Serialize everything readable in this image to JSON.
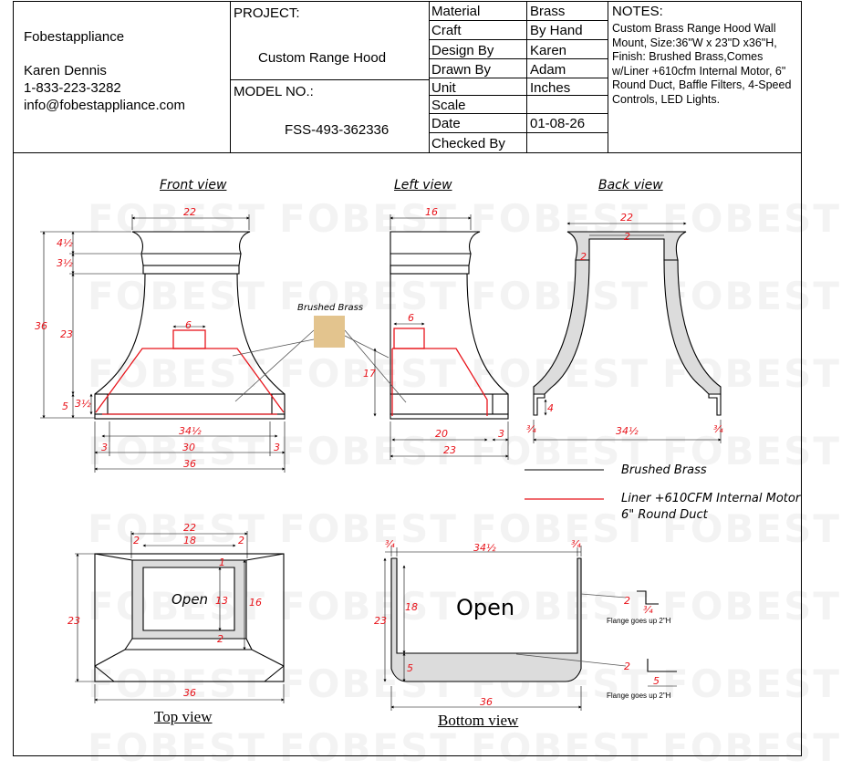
{
  "company": {
    "name": "Fobestappliance",
    "contact_name": "Karen Dennis",
    "phone": "1-833-223-3282",
    "email": "info@fobestappliance.com"
  },
  "project": {
    "label": "PROJECT:",
    "name": "Custom Range Hood",
    "model_label": "MODEL NO.:",
    "model_no": "FSS-493-362336"
  },
  "specs": [
    {
      "label": "Material",
      "value": "Brass"
    },
    {
      "label": "Craft",
      "value": "By Hand"
    },
    {
      "label": "Design By",
      "value": "Karen"
    },
    {
      "label": "Drawn By",
      "value": "Adam"
    },
    {
      "label": "Unit",
      "value": "Inches"
    },
    {
      "label": "Scale",
      "value": ""
    },
    {
      "label": "Date",
      "value": "01-08-26"
    },
    {
      "label": "Checked By",
      "value": ""
    }
  ],
  "notes": {
    "label": "NOTES:",
    "text": "Custom Brass Range Hood Wall Mount, Size:36\"W x 23\"D x36\"H, Finish: Brushed Brass,Comes w/Liner +610cfm Internal Motor, 6\" Round Duct, Baffle Filters, 4-Speed Controls, LED Lights."
  },
  "views": {
    "front": "Front view",
    "left": "Left view",
    "back": "Back view",
    "top": "Top view",
    "bottom": "Bottom view"
  },
  "material_swatch": {
    "label": "Brushed Brass",
    "color": "#e3c48e"
  },
  "legend": {
    "black_line": "Brushed Brass",
    "red_line_1": "Liner +610CFM Internal Motor",
    "red_line_2": "6\" Round Duct"
  },
  "labels": {
    "open": "Open",
    "flange_note": "Flange goes up 2\"H"
  },
  "watermark_text": "FOBEST",
  "colors": {
    "line": "#000000",
    "liner": "#e8141b",
    "dimension": "#e8141b",
    "fill_gray": "#dcdcdc"
  },
  "dimensions": {
    "front": {
      "top_width": "22",
      "collar_h": "4½",
      "band_h": "3½",
      "total_h": "36",
      "body_h": "23",
      "duct": "6",
      "lower_h": "5",
      "band2_h": "3½",
      "liner_w": "34½",
      "inner": "30",
      "side_l": "3",
      "side_r": "3",
      "base_w": "36"
    },
    "left": {
      "top_width": "16",
      "duct": "6",
      "liner_h": "17",
      "inner_d": "20",
      "side": "3",
      "base_d": "23"
    },
    "back": {
      "top_width": "22",
      "wall": "2",
      "wall2": "2",
      "flange": "4",
      "left_small": "¾",
      "width": "34½",
      "right_small": "¾"
    },
    "top": {
      "outer": "22",
      "inner": "18",
      "left_w": "2",
      "right_w": "2",
      "rim_top": "1",
      "opening": "13",
      "depth": "16",
      "bottom_w": "2",
      "total_d": "23",
      "base_w": "36"
    },
    "bottom": {
      "left_t": "¾",
      "width": "34½",
      "right_t": "¾",
      "inner_h": "18",
      "total_d": "23",
      "front_h": "5",
      "base_w": "36",
      "flange1_a": "2",
      "flange1_b": "¾",
      "flange2_a": "2",
      "flange2_b": "5"
    }
  }
}
